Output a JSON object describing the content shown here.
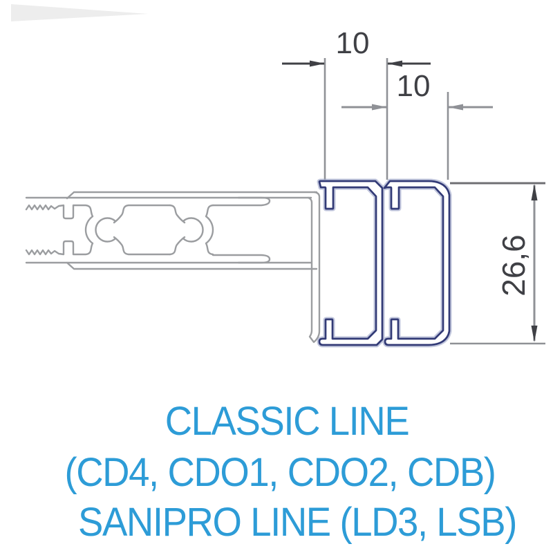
{
  "drawing": {
    "title_block": {
      "caption_line_1": "CLASSIC LINE",
      "caption_line_2": "(CD4, CDO1, CDO2, CDB)",
      "caption_line_3": "SANIPRO LINE (LD3, LSB)"
    },
    "dimensions": {
      "channel_width_1": "10",
      "channel_width_2": "10",
      "profile_height": "26,6"
    },
    "colors": {
      "caption_blue": "#2d9cd7",
      "profile_blue": "#323a76",
      "profile_blue_halo": "#9aa2c8",
      "profile_gray": "#9b9da0",
      "dim_dark": "#3f4045",
      "dim_gray": "#8f9196",
      "ext_dark": "#6f6f73",
      "artifact_gray": "#ededed"
    }
  }
}
